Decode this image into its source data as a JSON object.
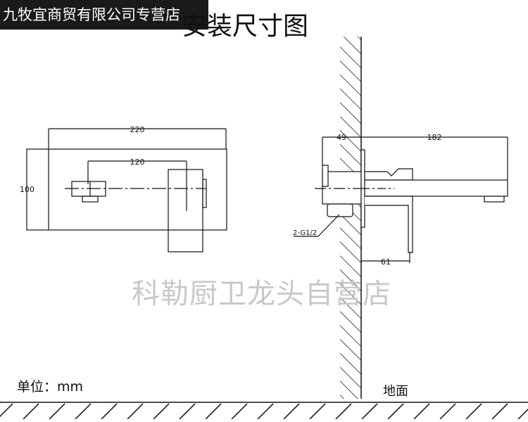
{
  "banner": {
    "shop_name": "九牧宜商贸有限公司专营店"
  },
  "title": "安装尺寸图",
  "unit_label": "单位：mm",
  "ground_label": "地面",
  "watermark": "科勒厨卫龙头自营店",
  "front_view": {
    "dim_width": "220",
    "dim_spacing": "120",
    "dim_height": "100"
  },
  "side_view": {
    "dim_depth": "49",
    "dim_spout": "182",
    "dim_offset": "61",
    "thread_spec": "2-G1/2"
  }
}
